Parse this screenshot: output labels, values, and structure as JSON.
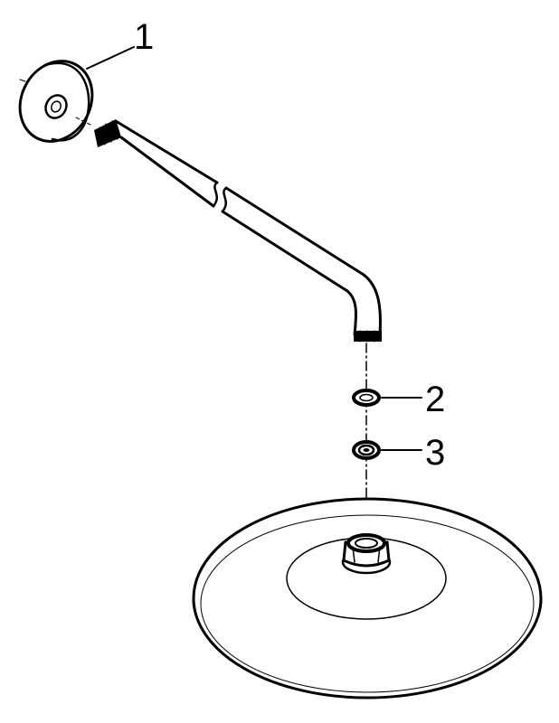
{
  "diagram": {
    "parts": [
      {
        "number": "1",
        "part": "wall-flange"
      },
      {
        "number": "2",
        "part": "washer"
      },
      {
        "number": "3",
        "part": "flow-restrictor"
      }
    ],
    "colors": {
      "ink": "#000000",
      "background": "#ffffff"
    }
  }
}
